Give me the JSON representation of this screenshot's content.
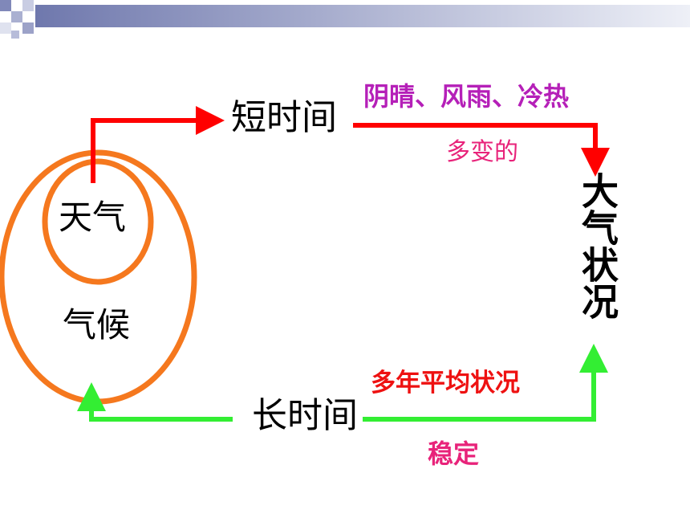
{
  "nodes": {
    "weather": "天气",
    "climate": "气候",
    "short_time": "短时间",
    "long_time": "长时间",
    "atmosphere_state": "大气状况"
  },
  "annotations": {
    "short_examples": "阴晴、风雨、冷热",
    "short_property": "多变的",
    "long_examples": "多年平均状况",
    "long_property": "稳定"
  },
  "colors": {
    "circle": "#f5781e",
    "short_arrow": "#ff0000",
    "long_arrow": "#33ee33",
    "purple_text": "#b520b8",
    "pink_text": "#e8237a",
    "red_text": "#ee1111",
    "bar_dark": "#7f87b7",
    "bar_light": "#d7daea"
  }
}
